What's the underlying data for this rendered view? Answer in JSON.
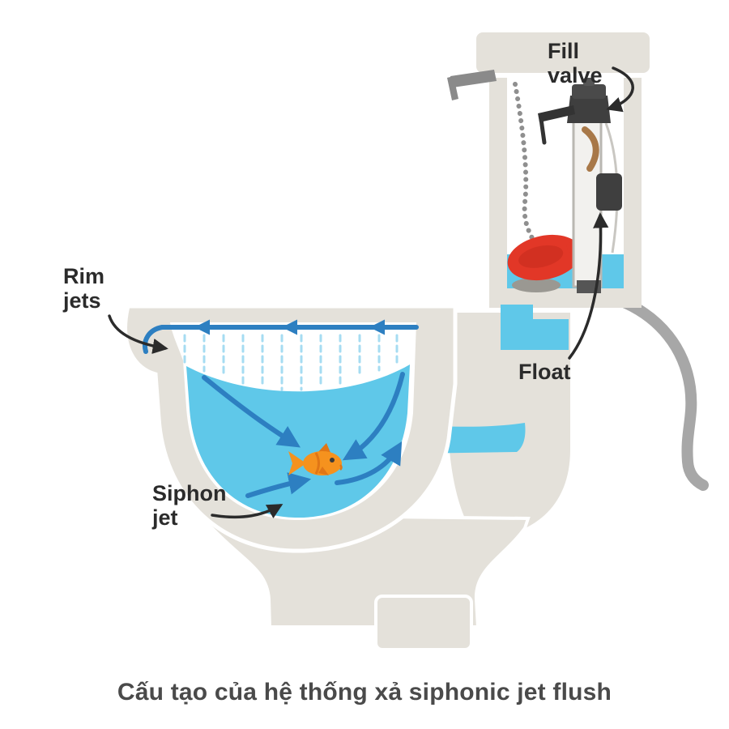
{
  "diagram": {
    "title_semantic": "siphonic-jet-flush-toilet-cross-section",
    "labels": {
      "fill_valve": {
        "line1": "Fill",
        "line2": "valve"
      },
      "rim_jets": {
        "line1": "Rim",
        "line2": "jets"
      },
      "float_lbl": {
        "text": "Float"
      },
      "siphon_jet": {
        "line1": "Siphon",
        "line2": "jet"
      }
    },
    "colors": {
      "water": "#5fc8e9",
      "flow_arrow": "#2d7fc1",
      "porcelain": "#e4e1da",
      "flapper_red": "#e23727",
      "valve_dark": "#3f3f3f",
      "fish_orange": "#f5921e",
      "supply_gray": "#a7a7a7",
      "text": "#2b2b2b"
    }
  },
  "caption": {
    "text": "Cấu tạo của hệ thống xả siphonic jet flush"
  }
}
